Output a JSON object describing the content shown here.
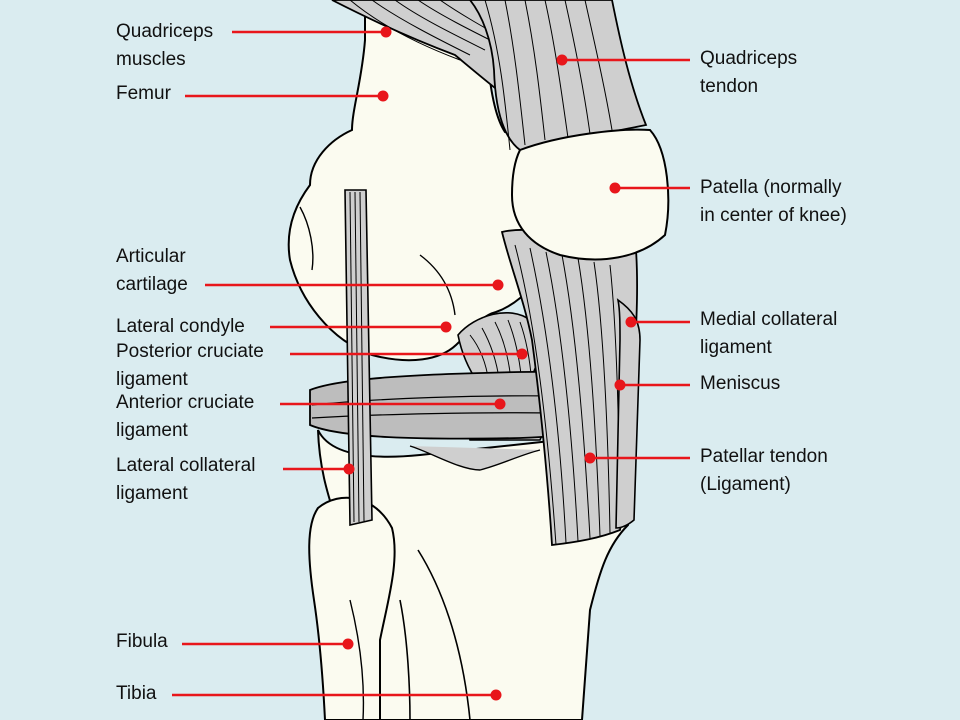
{
  "colors": {
    "background": "#daecf0",
    "bone": "#fbfbf0",
    "tendon": "#cfcfcf",
    "outline": "#000000",
    "pointer": "#e8161b"
  },
  "labels": {
    "quadriceps_muscles": [
      "Quadriceps",
      "muscles"
    ],
    "femur": [
      "Femur"
    ],
    "articular_cartilage": [
      "Articular",
      "cartilage"
    ],
    "lateral_condyle": [
      "Lateral condyle"
    ],
    "posterior_cruciate": [
      "Posterior cruciate",
      "ligament"
    ],
    "anterior_cruciate": [
      "Anterior cruciate",
      "ligament"
    ],
    "lateral_collateral": [
      "Lateral collateral",
      "ligament"
    ],
    "fibula": [
      "Fibula"
    ],
    "tibia": [
      "Tibia"
    ],
    "quadriceps_tendon": [
      "Quadriceps",
      "tendon"
    ],
    "patella": [
      "Patella (normally",
      "in center of knee)"
    ],
    "medial_collateral": [
      "Medial collateral",
      "ligament"
    ],
    "meniscus": [
      "Meniscus"
    ],
    "patellar_tendon": [
      "Patellar tendon",
      "(Ligament)"
    ]
  }
}
